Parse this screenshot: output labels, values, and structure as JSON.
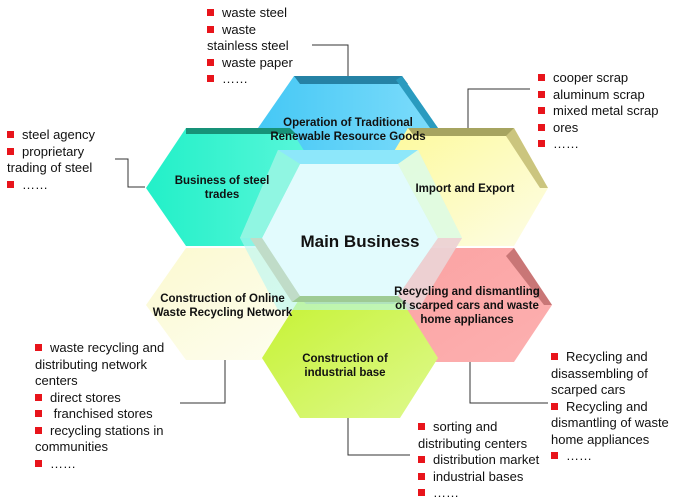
{
  "center": {
    "label": "Main Business",
    "color": "#e2fbfd"
  },
  "hexes": [
    {
      "id": "top",
      "label": "Operation of Traditional Renewable Resource Goods",
      "color": "#5ccff6",
      "edge": "#2a9bbf"
    },
    {
      "id": "left-top",
      "label": "Business of steel trades",
      "color": "#35f2cf",
      "edge": "#1b9a7c"
    },
    {
      "id": "right-top",
      "label": "Import and Export",
      "color": "#fdfbc2",
      "edge": "#c9c37e"
    },
    {
      "id": "left-bottom",
      "label": "Construction of Online Waste Recycling Network",
      "color": "#fdfbe3",
      "edge": "#dcdcc0"
    },
    {
      "id": "right-bottom",
      "label": "Recycling and dismantling of scarped cars and waste home appliances",
      "color": "#fca5a5",
      "edge": "#cc7777"
    },
    {
      "id": "bottom",
      "label": "Construction of industrial base",
      "color": "#cdf55e",
      "edge": "#a9cf45"
    }
  ],
  "notes": {
    "top": [
      "waste steel",
      "waste stainless steel",
      "waste paper",
      "……"
    ],
    "left_top": [
      "steel agency",
      "proprietary trading of steel",
      "……"
    ],
    "right_top": [
      "cooper scrap",
      "aluminum scrap",
      "mixed metal scrap",
      "ores",
      "……"
    ],
    "left_bottom": [
      "waste recycling and distributing network centers",
      "direct stores",
      " franchised stores",
      "recycling stations in communities",
      "……"
    ],
    "right_bottom": [
      "Recycling and disassembling of scarped cars",
      "Recycling and dismantling of waste home appliances",
      "……"
    ],
    "bottom": [
      "sorting and distributing centers",
      "distribution market",
      "industrial bases",
      "……"
    ]
  },
  "colors": {
    "bullet": "#e8141b",
    "connector": "#333333"
  }
}
